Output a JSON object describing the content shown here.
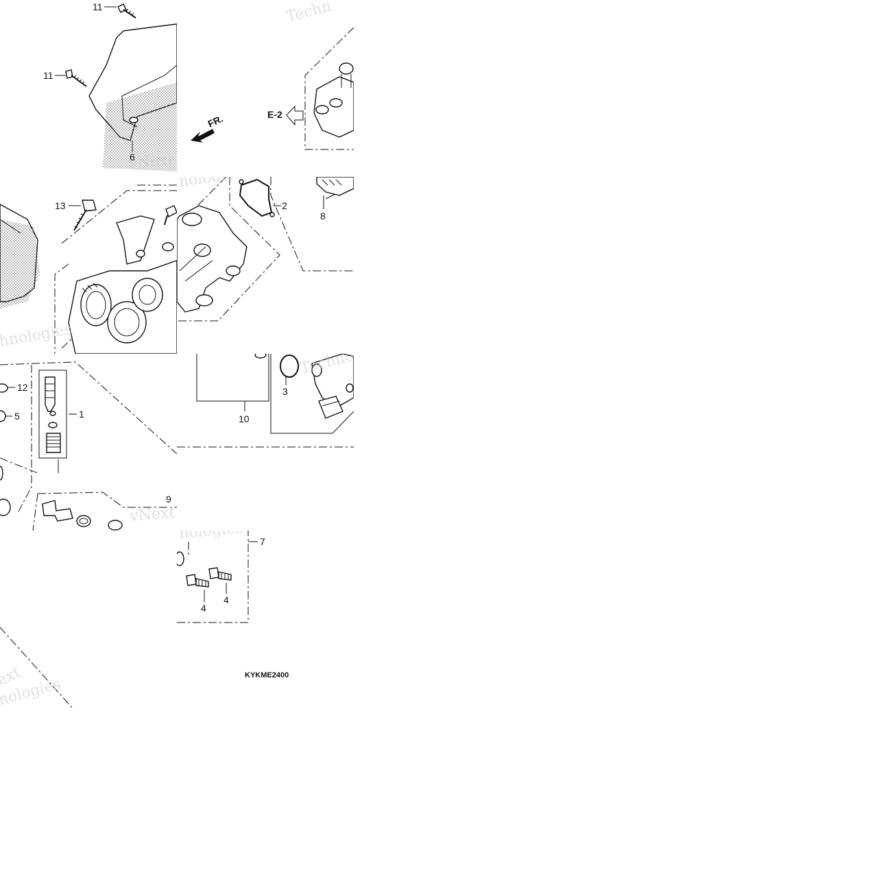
{
  "diagram": {
    "code": "KYKME2400",
    "direction_arrow": "FR.",
    "section_reference": "E-2",
    "watermark": "vNext Technologies",
    "watermark_fragments": [
      "Techno",
      "vNext Tec",
      "hnologies",
      "nologies",
      "Techn",
      "ext",
      "nologies"
    ],
    "callouts": {
      "c11a": "11",
      "c11b": "11",
      "c6": "6",
      "c13": "13",
      "c2": "2",
      "c8": "8",
      "c12": "12",
      "c5": "5",
      "c1": "1",
      "c3": "3",
      "c10": "10",
      "c9": "9",
      "c7": "7",
      "c4a": "4",
      "c4b": "4"
    }
  },
  "colors": {
    "line": "#111111",
    "background": "#ffffff",
    "watermark": "#c9c9c9"
  },
  "icons": {
    "direction": "arrow-left-down-icon",
    "section": "hollow-arrow-left-icon"
  }
}
